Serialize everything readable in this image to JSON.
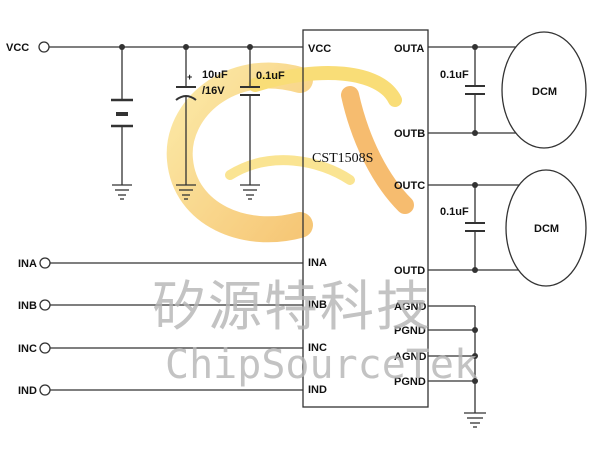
{
  "diagram": {
    "chip_name": "CST1508S",
    "inputs": [
      "VCC",
      "INA",
      "INB",
      "INC",
      "IND"
    ],
    "left_pins": [
      "VCC",
      "INA",
      "INB",
      "INC",
      "IND"
    ],
    "right_pins": [
      "OUTA",
      "OUTB",
      "OUTC",
      "OUTD",
      "AGND",
      "PGND",
      "AGND",
      "PGND"
    ],
    "caps": {
      "electrolytic_value": "10uF",
      "electrolytic_voltage": "/16V",
      "cap1": "0.1uF",
      "cap_motor_a": "0.1uF",
      "cap_motor_b": "0.1uF"
    },
    "motors": [
      "DCM",
      "DCM"
    ],
    "polarity_plus": "+"
  },
  "watermark": {
    "cn": "矽源特科技",
    "en": "ChipSourceTek"
  },
  "colors": {
    "logo_yellow": "#f7d24a",
    "logo_orange": "#f4a640",
    "line": "#333333",
    "watermark": "#b5b5b5"
  }
}
